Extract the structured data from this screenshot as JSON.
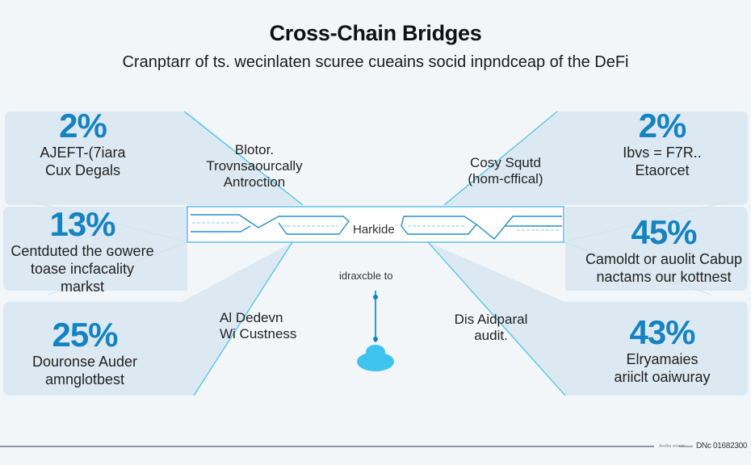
{
  "header": {
    "title": "Cross-Chain Bridges",
    "subtitle": "Cranptarr of ts. wecinlaten scuree cueains socid inpndceap of the DeFi"
  },
  "colors": {
    "accent": "#1583c0",
    "panel": "#dde9f2",
    "line": "#4fc3e6",
    "background": "#f3f6f9"
  },
  "cards": {
    "left": [
      {
        "percent": "2%",
        "lines": [
          "AJEFT-(7iara",
          "Cux Degals"
        ]
      },
      {
        "percent": "13%",
        "lines": [
          "Centduted the ɢowere",
          "toase incfacality",
          "markst"
        ]
      },
      {
        "percent": "25%",
        "lines": [
          "Douronse Auder",
          "amnglotbest"
        ]
      }
    ],
    "right": [
      {
        "percent": "2%",
        "lines": [
          "Ibvs = F7R..",
          "Etaorcet"
        ]
      },
      {
        "percent": "45%",
        "lines": [
          "Camoldt or auolit Cabup",
          "nactams our kottnest"
        ]
      },
      {
        "percent": "43%",
        "lines": [
          "Elryamaies",
          "ariiclt oaiwuray"
        ]
      }
    ]
  },
  "middle_labels": {
    "top_left": [
      "Blotor.",
      "Trovnsaourcally",
      "Antroction"
    ],
    "top_right": [
      "Cosy Squtd",
      "(hom-cffical)"
    ],
    "bottom_left": [
      "Al Dedevn",
      "Wi Custness"
    ],
    "bottom_right": [
      "Dis Aidparal",
      "audit."
    ]
  },
  "bridge": {
    "label": "Harkide",
    "sub_label": "idraxcble to"
  },
  "footer": {
    "small_text": "Awdba nnnnm",
    "code": "DNc 01682300"
  }
}
